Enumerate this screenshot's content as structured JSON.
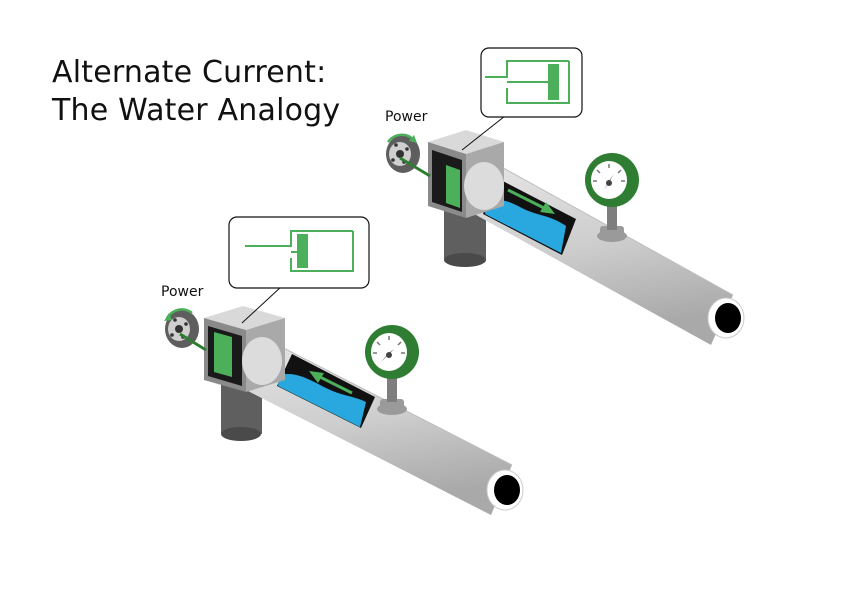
{
  "title": {
    "line1": "Alternate Current:",
    "line2": "The Water Analogy"
  },
  "units": [
    {
      "power_label": "Power",
      "flow_direction": "forward"
    },
    {
      "power_label": "Power",
      "flow_direction": "reverse"
    }
  ],
  "colors": {
    "green_dark": "#2e7d32",
    "green": "#4caf5a",
    "water": "#29a8e0",
    "pipe": "#cfcfcf",
    "pipe_shade": "#9d9d9d",
    "column": "#5f5f5f",
    "inside": "#1a1a1a"
  },
  "icons": [
    "motor-wheel-icon",
    "pressure-gauge-icon",
    "piston-schematic-icon"
  ]
}
